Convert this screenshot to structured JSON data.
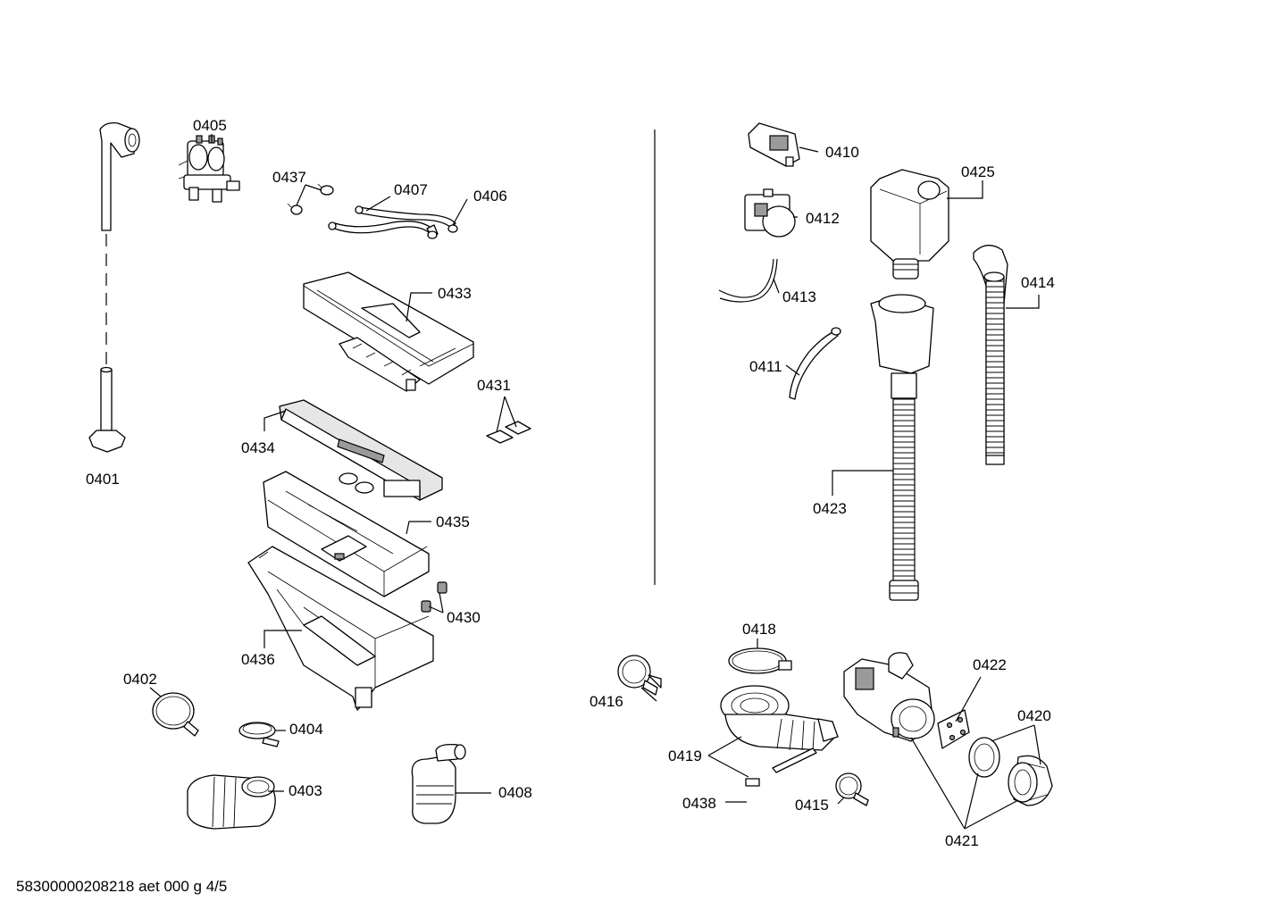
{
  "footer": {
    "document_id": "58300000208218 aet 000 g 4/5"
  },
  "parts": [
    {
      "id": "0401",
      "label": "0401"
    },
    {
      "id": "0402",
      "label": "0402"
    },
    {
      "id": "0403",
      "label": "0403"
    },
    {
      "id": "0404",
      "label": "0404"
    },
    {
      "id": "0405",
      "label": "0405"
    },
    {
      "id": "0406",
      "label": "0406"
    },
    {
      "id": "0407",
      "label": "0407"
    },
    {
      "id": "0408",
      "label": "0408"
    },
    {
      "id": "0410",
      "label": "0410"
    },
    {
      "id": "0411",
      "label": "0411"
    },
    {
      "id": "0412",
      "label": "0412"
    },
    {
      "id": "0413",
      "label": "0413"
    },
    {
      "id": "0414",
      "label": "0414"
    },
    {
      "id": "0415",
      "label": "0415"
    },
    {
      "id": "0416",
      "label": "0416"
    },
    {
      "id": "0418",
      "label": "0418"
    },
    {
      "id": "0419",
      "label": "0419"
    },
    {
      "id": "0420",
      "label": "0420"
    },
    {
      "id": "0421",
      "label": "0421"
    },
    {
      "id": "0422",
      "label": "0422"
    },
    {
      "id": "0423",
      "label": "0423"
    },
    {
      "id": "0425",
      "label": "0425"
    },
    {
      "id": "0430",
      "label": "0430"
    },
    {
      "id": "0431",
      "label": "0431"
    },
    {
      "id": "0433",
      "label": "0433"
    },
    {
      "id": "0434",
      "label": "0434"
    },
    {
      "id": "0435",
      "label": "0435"
    },
    {
      "id": "0436",
      "label": "0436"
    },
    {
      "id": "0437",
      "label": "0437"
    },
    {
      "id": "0438",
      "label": "0438"
    }
  ]
}
